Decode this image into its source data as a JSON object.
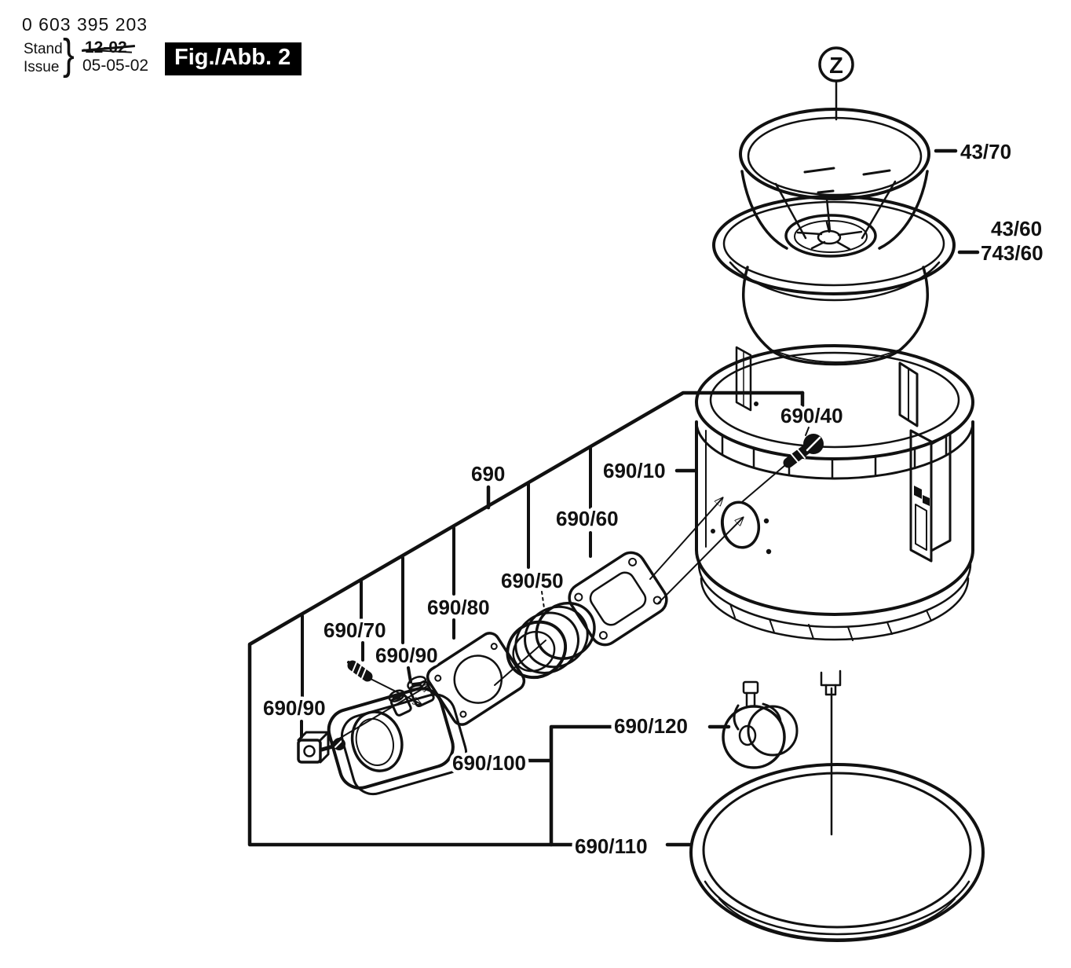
{
  "header": {
    "part_number": "0 603 395 203",
    "revision": {
      "stand_label": "Stand",
      "issue_label": "Issue",
      "brace": "}",
      "old_date": "12-02",
      "new_date": "05-05-02"
    },
    "figure_title": "Fig./Abb. 2"
  },
  "detail_marker": {
    "letter": "Z"
  },
  "colors": {
    "line": "#111111",
    "background": "#ffffff",
    "figure_box_bg": "#000000",
    "figure_box_text": "#ffffff"
  },
  "labels": {
    "l_43_70": "43/70",
    "l_43_60": "43/60",
    "l_743_60": "743/60",
    "l_690": "690",
    "l_690_10": "690/10",
    "l_690_40": "690/40",
    "l_690_50": "690/50",
    "l_690_60": "690/60",
    "l_690_70": "690/70",
    "l_690_80": "690/80",
    "l_690_90_a": "690/90",
    "l_690_90_b": "690/90",
    "l_690_100": "690/100",
    "l_690_110": "690/110",
    "l_690_120": "690/120"
  }
}
